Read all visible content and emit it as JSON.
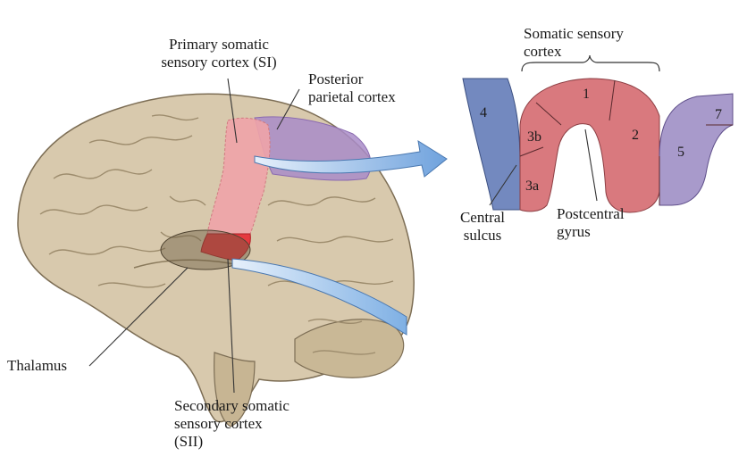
{
  "labels": {
    "primary_si_line1": "Primary somatic",
    "primary_si_line2": "sensory cortex (SI)",
    "posterior_line1": "Posterior",
    "posterior_line2": "parietal cortex",
    "somatic_line1": "Somatic sensory",
    "somatic_line2": "cortex",
    "central_line1": "Central",
    "central_line2": "sulcus",
    "postcentral_line1": "Postcentral",
    "postcentral_line2": "gyrus",
    "thalamus": "Thalamus",
    "secondary_line1": "Secondary somatic",
    "secondary_line2": "sensory cortex",
    "secondary_line3": "(SII)"
  },
  "areas": {
    "a4": "4",
    "a3b": "3b",
    "a3a": "3a",
    "a1": "1",
    "a2": "2",
    "a5": "5",
    "a7": "7"
  },
  "colors": {
    "brain": "#d8c9ad",
    "brain_shadow": "#b9a887",
    "primary_si": "#f0a3a8",
    "secondary_sii": "#e6323a",
    "posterior_parietal": "#a98cc8",
    "area_4_blue": "#7389bf",
    "somatic_red": "#d9797e",
    "area_5_7_purple": "#a89acb",
    "arrow_blue": "#8fb8e6"
  }
}
